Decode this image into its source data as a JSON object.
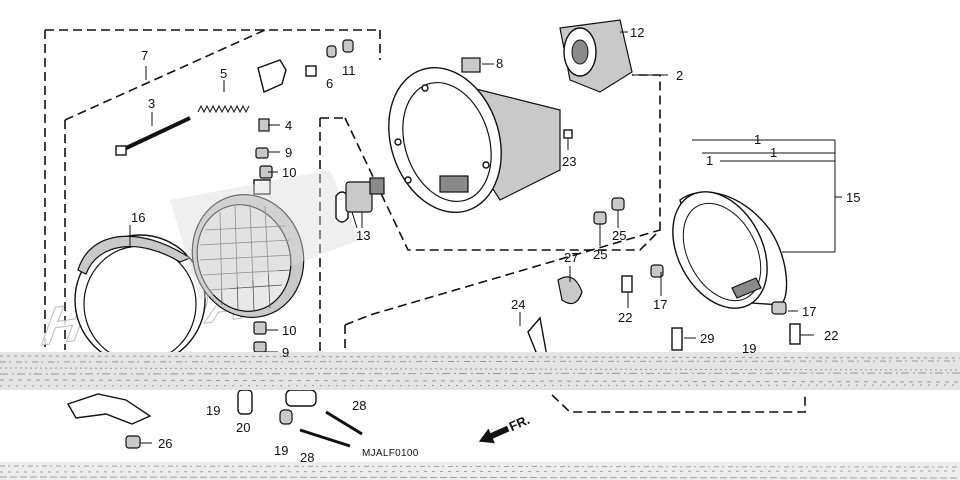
{
  "diagram": {
    "code": "MJALF0100",
    "watermark": "HONDA",
    "front_label": "FR.",
    "callouts": {
      "c1a": "1",
      "c1b": "1",
      "c1c": "1",
      "c2": "2",
      "c3": "3",
      "c4": "4",
      "c5": "5",
      "c6": "6",
      "c7": "7",
      "c8": "8",
      "c9a": "9",
      "c9b": "9",
      "c10a": "10",
      "c10b": "10",
      "c11": "11",
      "c12": "12",
      "c13": "13",
      "c15": "15",
      "c16": "16",
      "c17a": "17",
      "c17b": "17",
      "c19a": "19",
      "c19b": "19",
      "c19c": "19",
      "c20": "20",
      "c22a": "22",
      "c22b": "22",
      "c23": "23",
      "c24": "24",
      "c25a": "25",
      "c25b": "25",
      "c26": "26",
      "c27": "27",
      "c28a": "28",
      "c28b": "28",
      "c29": "29"
    }
  }
}
